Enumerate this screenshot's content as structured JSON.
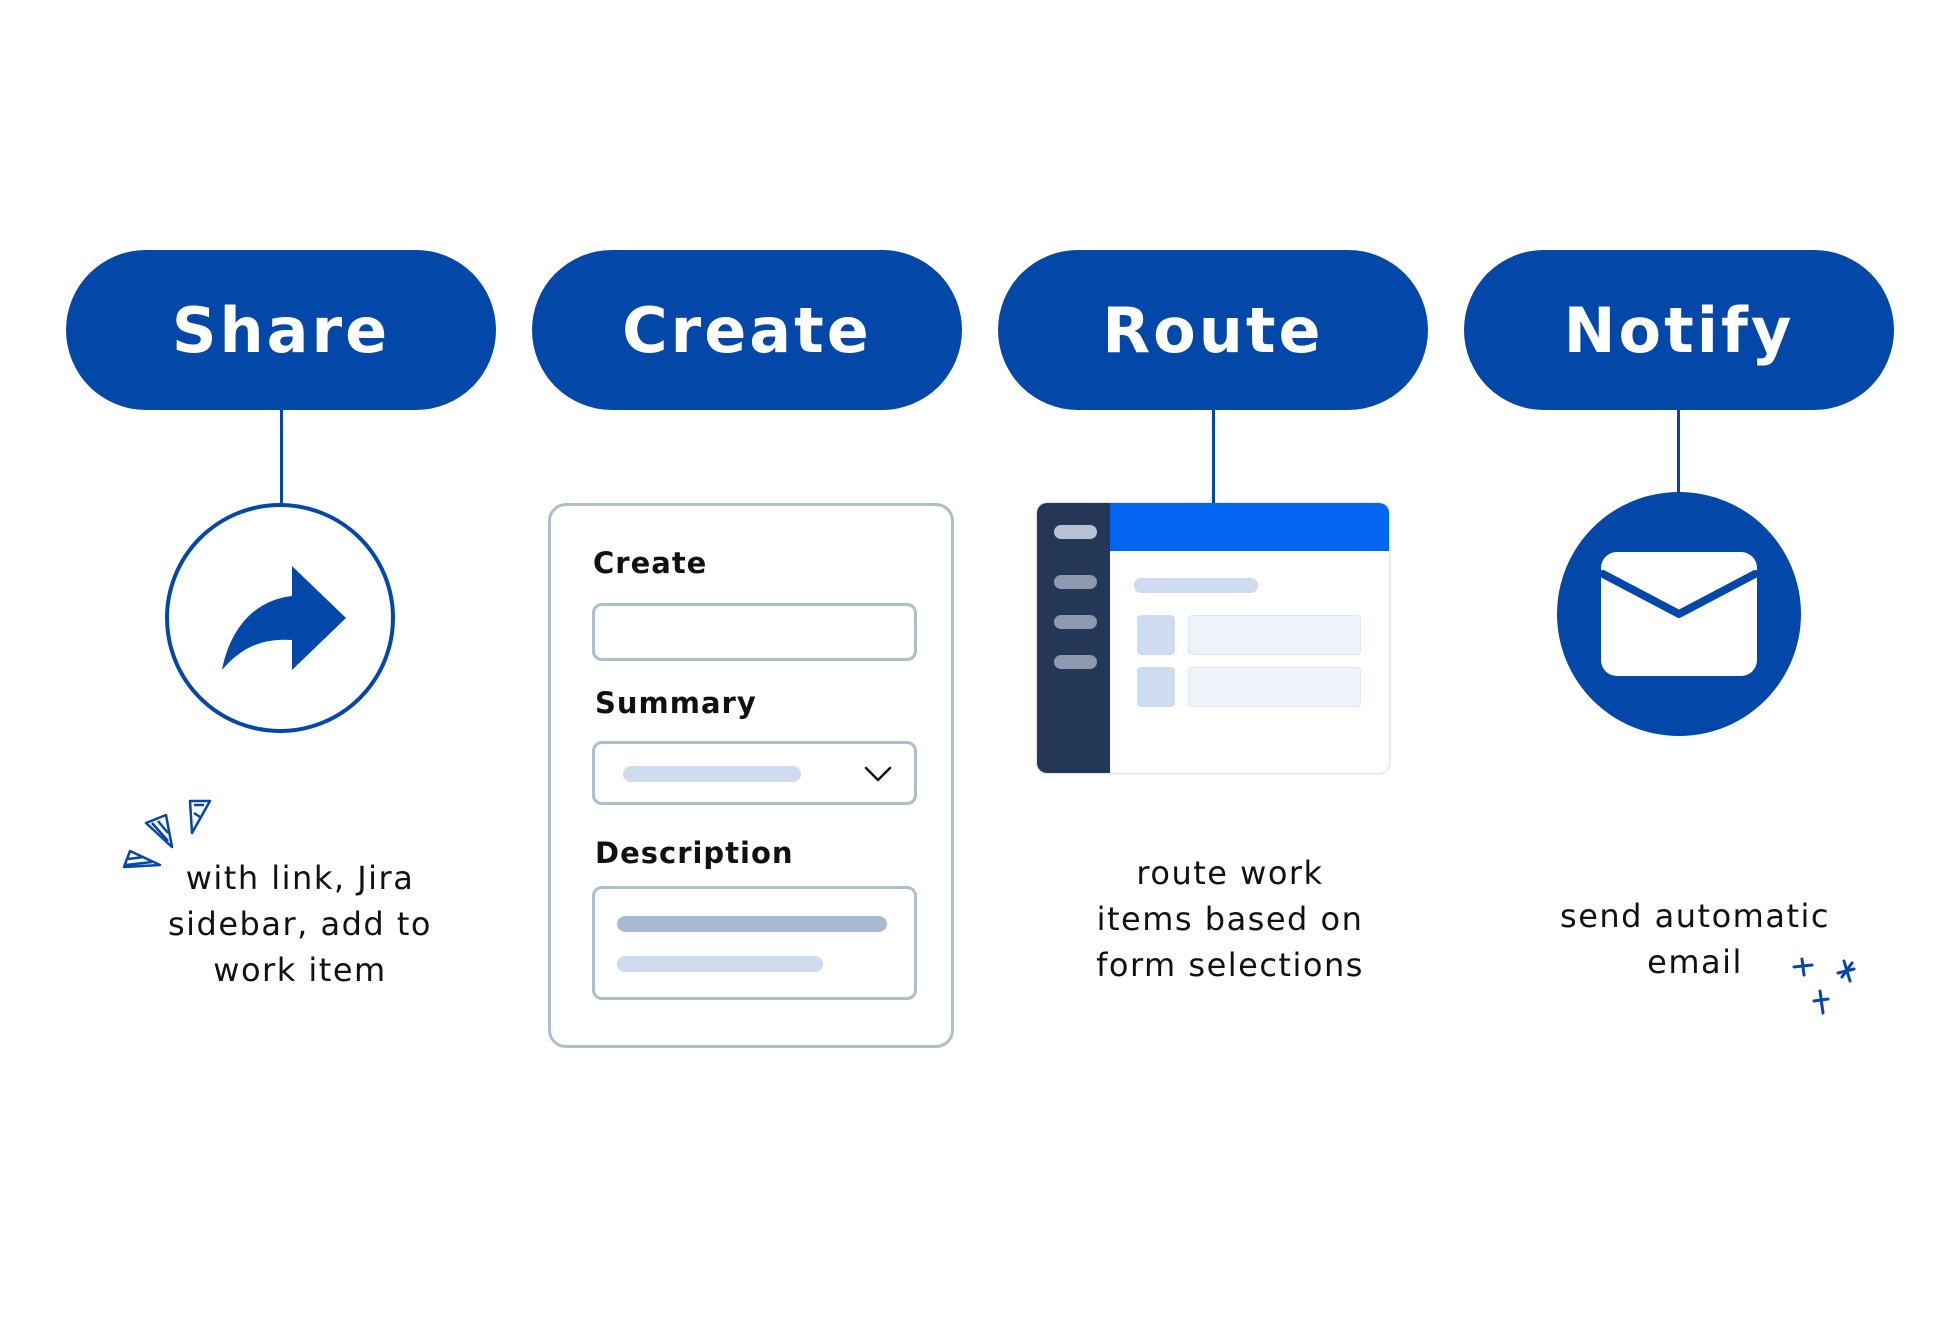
{
  "colors": {
    "brand": "#0348a9",
    "accent_blue": "#0266f0",
    "sidebar_dark": "#243756",
    "field_border": "#aebdd0",
    "skeleton_light": "#cfdcef",
    "skeleton_mid": "#a9bad1"
  },
  "steps": [
    {
      "title": "Share",
      "icon": "share-arrow-icon",
      "caption_lines": [
        "with link, Jira",
        "sidebar, add to",
        "work item"
      ]
    },
    {
      "title": "Create",
      "icon": "form-illustration",
      "form": {
        "field_labels": [
          "Create",
          "Summary",
          "Description"
        ],
        "dropdown_icon": "chevron-down-icon"
      }
    },
    {
      "title": "Route",
      "icon": "app-window-illustration",
      "caption_lines": [
        "route work",
        "items based on",
        "form selections"
      ]
    },
    {
      "title": "Notify",
      "icon": "envelope-icon",
      "caption_lines": [
        "send automatic",
        "email"
      ]
    }
  ]
}
